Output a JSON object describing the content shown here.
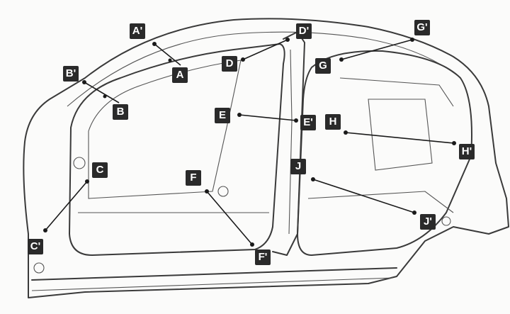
{
  "labels": {
    "A": "A",
    "A_prime": "A'",
    "B": "B",
    "B_prime": "B'",
    "C": "C",
    "C_prime": "C'",
    "D": "D",
    "D_prime": "D'",
    "E": "E",
    "E_prime": "E'",
    "F": "F",
    "F_prime": "F'",
    "G": "G",
    "G_prime": "G'",
    "H": "H",
    "H_prime": "H'",
    "J": "J",
    "J_prime": "J'"
  },
  "colors": {
    "label_bg": "#2a2a2a",
    "label_text": "#ffffff",
    "line": "#3a3a3a"
  }
}
